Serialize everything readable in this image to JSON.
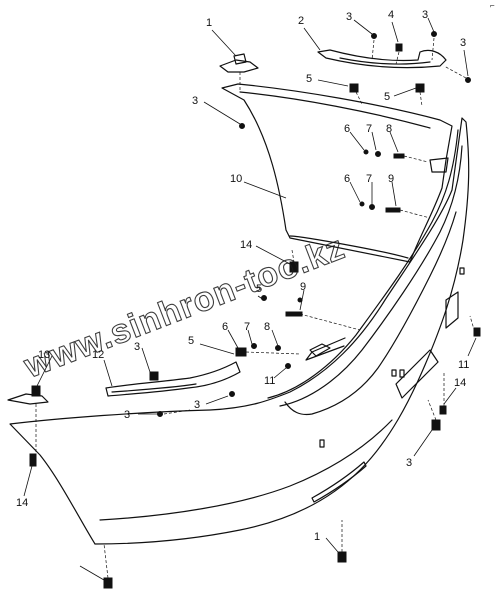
{
  "diagram": {
    "corner_mark": "⌐",
    "watermark": "www.sinhron-too.kz",
    "labels": [
      {
        "id": "l-1-top",
        "text": "1"
      },
      {
        "id": "l-2",
        "text": "2"
      },
      {
        "id": "l-3-a",
        "text": "3"
      },
      {
        "id": "l-4",
        "text": "4"
      },
      {
        "id": "l-3-b",
        "text": "3"
      },
      {
        "id": "l-3-c",
        "text": "3"
      },
      {
        "id": "l-5-a",
        "text": "5"
      },
      {
        "id": "l-5-b",
        "text": "5"
      },
      {
        "id": "l-3-d",
        "text": "3"
      },
      {
        "id": "l-6-a",
        "text": "6"
      },
      {
        "id": "l-7-a",
        "text": "7"
      },
      {
        "id": "l-8-a",
        "text": "8"
      },
      {
        "id": "l-10",
        "text": "10"
      },
      {
        "id": "l-6-b",
        "text": "6"
      },
      {
        "id": "l-7-b",
        "text": "7"
      },
      {
        "id": "l-9-a",
        "text": "9"
      },
      {
        "id": "l-14-a",
        "text": "14"
      },
      {
        "id": "l-9-b",
        "text": "9"
      },
      {
        "id": "l-5-c",
        "text": "5"
      },
      {
        "id": "l-7-c",
        "text": "7"
      },
      {
        "id": "l-6-c",
        "text": "6"
      },
      {
        "id": "l-5-d",
        "text": "5"
      },
      {
        "id": "l-8-b",
        "text": "8"
      },
      {
        "id": "l-13",
        "text": "13"
      },
      {
        "id": "l-12",
        "text": "12"
      },
      {
        "id": "l-3-e",
        "text": "3"
      },
      {
        "id": "l-3-f",
        "text": "3"
      },
      {
        "id": "l-3-g",
        "text": "3"
      },
      {
        "id": "l-11-a",
        "text": "11"
      },
      {
        "id": "l-11-b",
        "text": "11"
      },
      {
        "id": "l-14-b",
        "text": "14"
      },
      {
        "id": "l-3-h",
        "text": "3"
      },
      {
        "id": "l-14-c",
        "text": "14"
      },
      {
        "id": "l-1-bottom",
        "text": "1"
      }
    ]
  }
}
